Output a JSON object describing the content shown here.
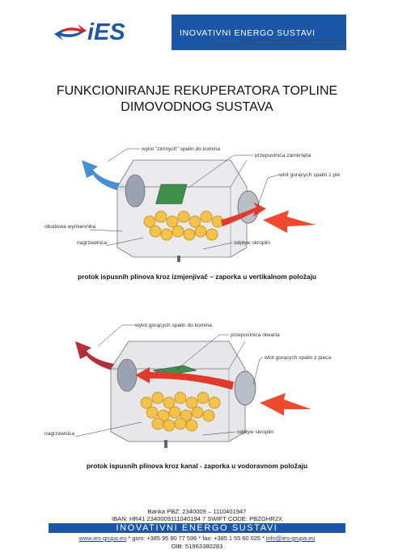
{
  "header": {
    "logo_text": "iES",
    "company_name": "INOVATIVNI ENERGO SUSTAVI",
    "subtitle_line1": "D.O.O. ZA ENERGETIKU, PROJEKTIRANJE, IZGRADNJU ENERGETSKIH",
    "subtitle_line2": "POSTROJENJA I PROIZVODNJU ELEKTRIČNE ENERGIJE IZ OBNOVLJIVIH IZVORA ENERGIJE",
    "brand_color": "#1c56a8"
  },
  "title": {
    "line1": "FUNKCIONIRANJE REKUPERATORA TOPLINE",
    "line2": "DIMOVODNOG SUSTAVA"
  },
  "diagram1": {
    "label_top": "wylot \"zimnych\" spalin do komina",
    "label_damper": "przepustnica zamknięta",
    "label_inlet": "wlot gorących spalin z pie",
    "label_housing": "obudowa wymiennika",
    "label_heater": "nagrzewnica",
    "label_drain": "odpływ skroplin",
    "caption": "protok ispusnih plinova kroz izmjenjivač – zaporka u vertikalnom položaju"
  },
  "diagram2": {
    "label_top": "wylot gorących spalin do komina",
    "label_damper": "przepustnica otwarta",
    "label_inlet": "wlot gorących spalin z pieca",
    "label_heater": "nagrzewnica",
    "label_drain": "odpływ skroplin",
    "caption": "protok ispusnih plinova kroz kanal - zaporka u vodoravnom položaju"
  },
  "footer": {
    "bank": "Banka PBZ: 2340009 – 1110401947",
    "iban": "IBAN: HR41 2340009111040194 7  SWIFT CODE: PBZGHR2X",
    "band_text": "INOVATIVNI ENERGO SUSTAVI",
    "website": "www.ies-grupa.eu",
    "phones": " * gsm: +385 95 90 77 596 *  fax: +385 1 55 60 025 * ",
    "email": "info@ies-grupa.eu",
    "oib": "OIB: 51963380283"
  }
}
